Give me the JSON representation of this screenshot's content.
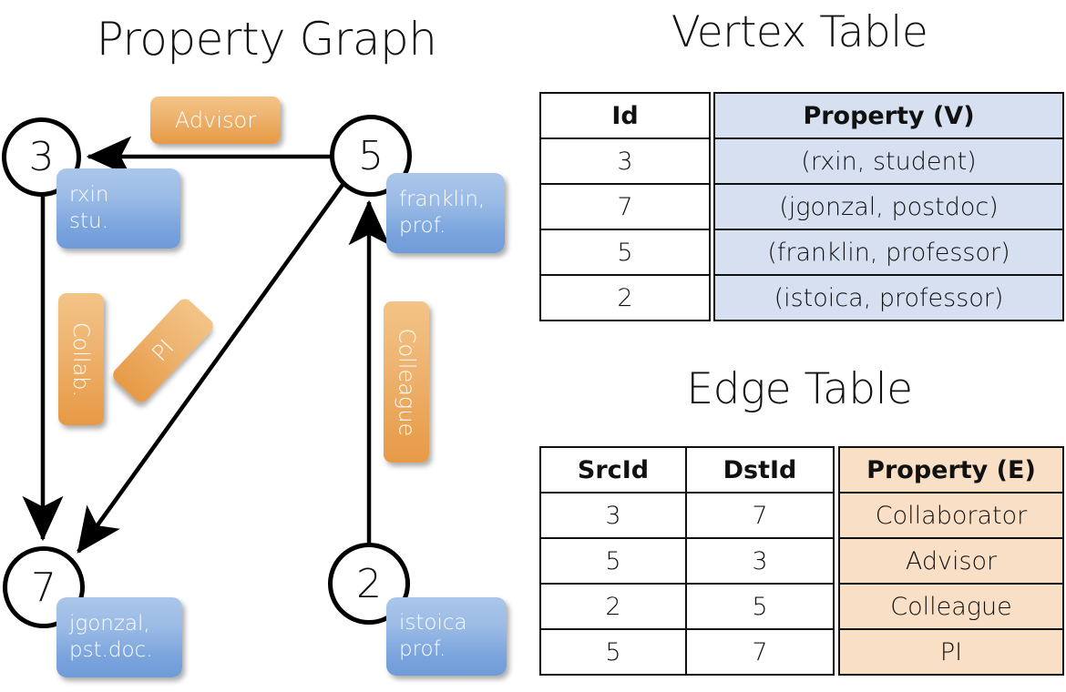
{
  "titles": {
    "property_graph": "Property Graph",
    "vertex_table": "Vertex Table",
    "edge_table": "Edge Table"
  },
  "graph": {
    "nodes": [
      {
        "id": "3",
        "label": "3",
        "property_lines": [
          "rxin",
          "stu."
        ]
      },
      {
        "id": "5",
        "label": "5",
        "property_lines": [
          "franklin,",
          "prof."
        ]
      },
      {
        "id": "7",
        "label": "7",
        "property_lines": [
          "jgonzal,",
          "pst.doc."
        ]
      },
      {
        "id": "2",
        "label": "2",
        "property_lines": [
          "istoica",
          "prof."
        ]
      }
    ],
    "edge_labels": [
      {
        "name": "advisor",
        "text": "Advisor"
      },
      {
        "name": "collab",
        "text": "Collab."
      },
      {
        "name": "pi",
        "text": "PI"
      },
      {
        "name": "colleague",
        "text": "Colleague"
      }
    ],
    "edges": [
      {
        "src": "5",
        "dst": "3",
        "label": "Advisor"
      },
      {
        "src": "3",
        "dst": "7",
        "label": "Collab."
      },
      {
        "src": "5",
        "dst": "7",
        "label": "PI"
      },
      {
        "src": "2",
        "dst": "5",
        "label": "Colleague"
      }
    ]
  },
  "vertex_table": {
    "headers": [
      "Id",
      "Property (V)"
    ],
    "rows": [
      {
        "id": "3",
        "property": "(rxin, student)"
      },
      {
        "id": "7",
        "property": "(jgonzal, postdoc)"
      },
      {
        "id": "5",
        "property": "(franklin, professor)"
      },
      {
        "id": "2",
        "property": "(istoica, professor)"
      }
    ]
  },
  "edge_table": {
    "headers": [
      "SrcId",
      "DstId",
      "Property (E)"
    ],
    "rows": [
      {
        "src": "3",
        "dst": "7",
        "property": "Collaborator"
      },
      {
        "src": "5",
        "dst": "3",
        "property": "Advisor"
      },
      {
        "src": "2",
        "dst": "5",
        "property": "Colleague"
      },
      {
        "src": "5",
        "dst": "7",
        "property": "PI"
      }
    ]
  },
  "colors": {
    "vertex_property_fill": "#d6e0f0",
    "edge_property_fill": "#f8dfc5",
    "node_box_blue": "#7aa4dd",
    "edge_label_orange": "#e9a253",
    "stroke": "#111111"
  }
}
